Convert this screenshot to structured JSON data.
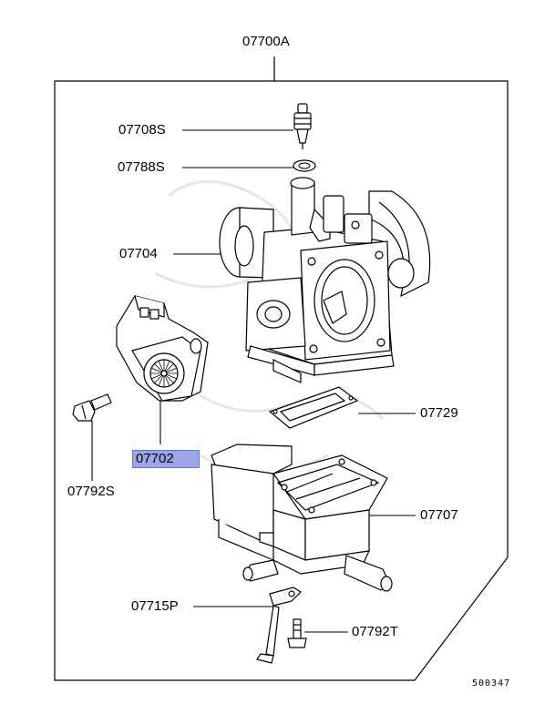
{
  "diagram": {
    "assembly_label": "07700A",
    "part_labels": {
      "p07708S": "07708S",
      "p07788S": "07788S",
      "p07704": "07704",
      "p07702": "07702",
      "p07792S": "07792S",
      "p07729": "07729",
      "p07707": "07707",
      "p07715P": "07715P",
      "p07792T": "07792T"
    },
    "highlighted_part": "07702",
    "highlight_color": "#9aa6e6",
    "diagram_code": "500347"
  }
}
